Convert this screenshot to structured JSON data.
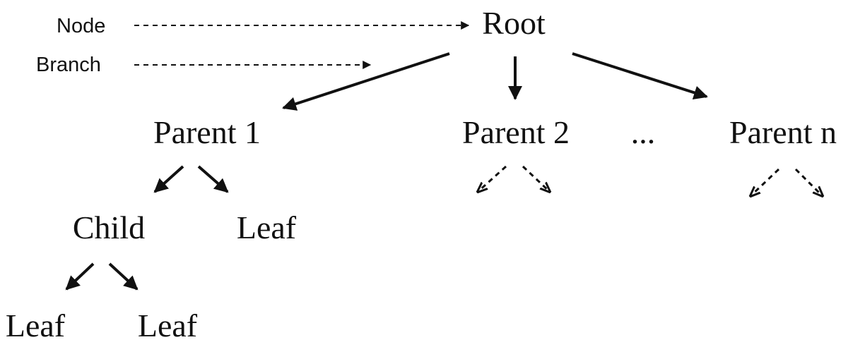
{
  "legend": {
    "node_label": "Node",
    "branch_label": "Branch"
  },
  "nodes": {
    "root": "Root",
    "parent_1": "Parent 1",
    "parent_2": "Parent 2",
    "ellipsis": "...",
    "parent_n": "Parent n",
    "child": "Child",
    "leaf_of_parent_1": "Leaf",
    "leaf_of_child_left": "Leaf",
    "leaf_of_child_right": "Leaf"
  },
  "colors": {
    "ink": "#111111",
    "background": "#ffffff"
  }
}
